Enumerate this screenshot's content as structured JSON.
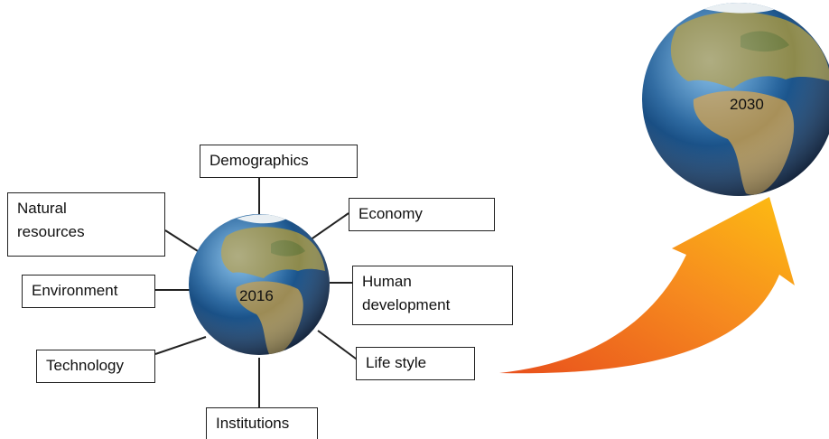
{
  "factors": {
    "demographics": "Demographics",
    "natural_resources": "Natural\nresources",
    "economy": "Economy",
    "environment": "Environment",
    "human_development": "Human\ndevelopment",
    "technology": "Technology",
    "life_style": "Life style",
    "institutions": "Institutions"
  },
  "globes": {
    "current_year": "2016",
    "future_year": "2030"
  },
  "colors": {
    "ocean": "#1f5f9a",
    "land": "#8a8a4a",
    "arrow_start": "#ea5a1e",
    "arrow_end": "#fdbb12",
    "border": "#222222"
  }
}
